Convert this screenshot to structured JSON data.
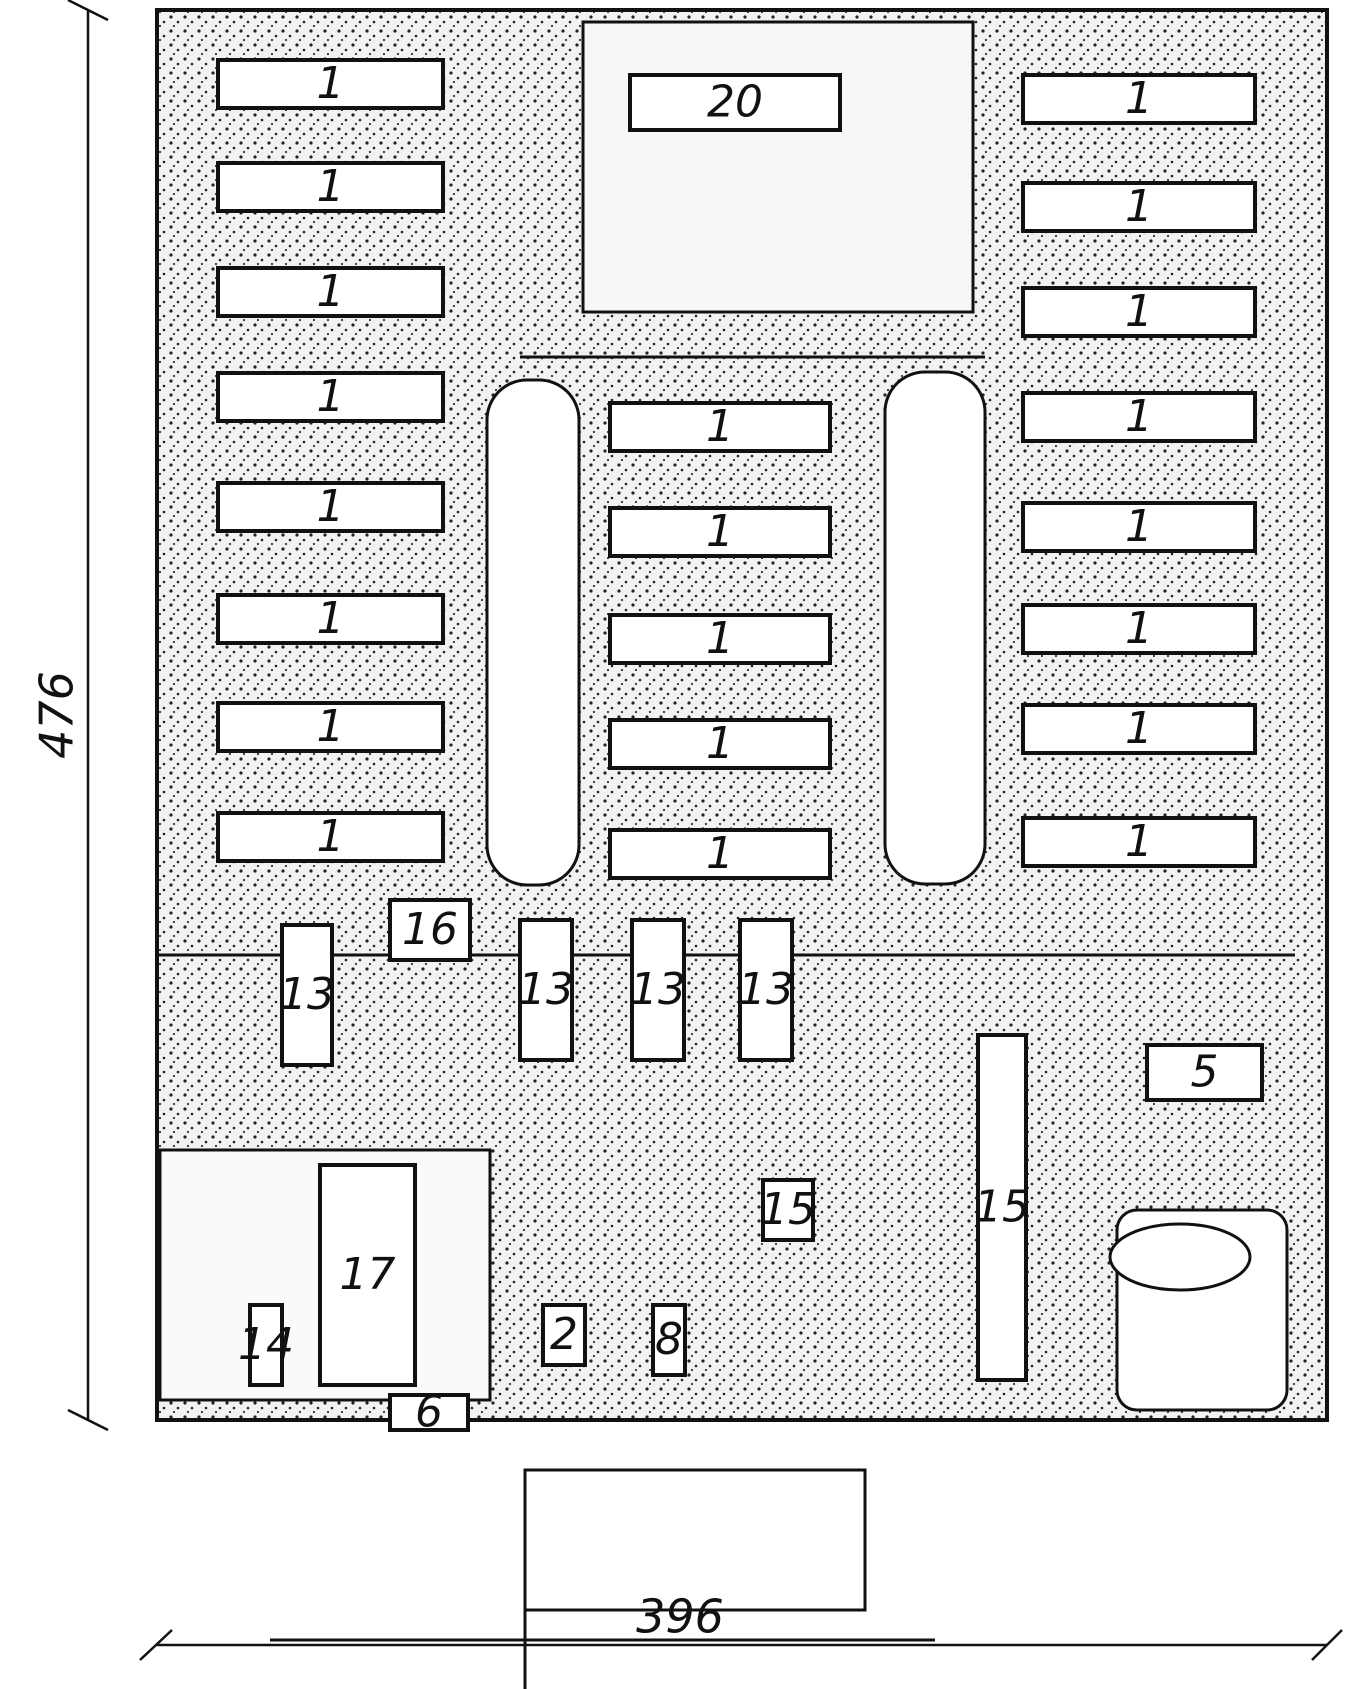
{
  "plan": {
    "dimensions": {
      "height": "476",
      "width": "396"
    },
    "colors": {
      "ink": "#111111",
      "paper": "#ffffff",
      "planting": "#e9e9e9",
      "stipple": "#222222"
    },
    "buildings": [
      {
        "label": "1"
      },
      {
        "label": "1"
      },
      {
        "label": "1"
      },
      {
        "label": "1"
      },
      {
        "label": "1"
      },
      {
        "label": "1"
      },
      {
        "label": "1"
      },
      {
        "label": "1"
      },
      {
        "label": "1"
      },
      {
        "label": "1"
      },
      {
        "label": "1"
      },
      {
        "label": "1"
      },
      {
        "label": "1"
      },
      {
        "label": "1"
      },
      {
        "label": "1"
      },
      {
        "label": "1"
      },
      {
        "label": "1"
      },
      {
        "label": "1"
      },
      {
        "label": "1"
      },
      {
        "label": "1"
      },
      {
        "label": "1"
      },
      {
        "label": "20"
      },
      {
        "label": "13"
      },
      {
        "label": "16"
      },
      {
        "label": "13"
      },
      {
        "label": "13"
      },
      {
        "label": "13"
      },
      {
        "label": "5"
      },
      {
        "label": "15"
      },
      {
        "label": "15"
      },
      {
        "label": "17"
      },
      {
        "label": "14"
      },
      {
        "label": "2"
      },
      {
        "label": "8"
      },
      {
        "label": "6"
      }
    ]
  }
}
